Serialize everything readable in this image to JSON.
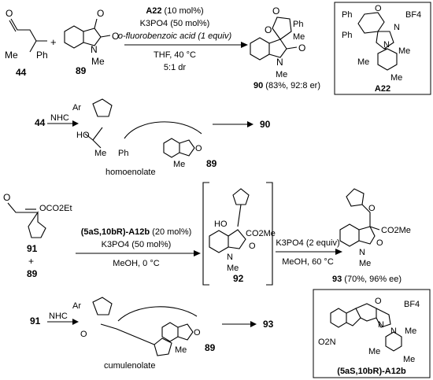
{
  "scheme1": {
    "reactant1_label": "44",
    "reactant2_label": "89",
    "plus": "+",
    "substituent_me": "Me",
    "substituent_ph": "Ph",
    "oxygen": "O",
    "nitrogen": "N",
    "conditions_catalyst": "A22",
    "conditions_catalyst_load": " (10 mol%)",
    "conditions_base": "K3PO4 (50 mol%)",
    "conditions_acid": "o-fluorobenzoic acid (1 equiv)",
    "conditions_solvent": "THF, 40 °C",
    "conditions_dr": "5:1 dr",
    "product_label": "90",
    "product_yield": " (83%, 92:8 er)",
    "catalyst_box_label": "A22",
    "catalyst_counterion": "BF4",
    "catalyst_ph": "Ph",
    "catalyst_me": "Me"
  },
  "mechanism1": {
    "start_label": "44",
    "nhc_label": "NHC",
    "ar_label": "Ar",
    "ho_label": "HO",
    "me_label": "Me",
    "ph_label": "Ph",
    "intermediate_name": "homoenolate",
    "electrophile_label": "89",
    "product_label": "90"
  },
  "scheme2": {
    "substrate_label": "91",
    "plus": "+",
    "partner_label": "89",
    "substrate_group": "OCO2Et",
    "catalyst": "(5aS,10bR)-A12b",
    "catalyst_load": " (20 mol%)",
    "base": "K3PO4 (50 mol%)",
    "solvent": "MeOH, 0 °C",
    "intermediate_label": "92",
    "ho_label": "HO",
    "ester_label": "CO2Me",
    "base2": "K3PO4 (2 equiv)",
    "solvent2": "MeOH, 60 °C",
    "product_label": "93",
    "product_yield": " (70%, 96% ee)",
    "product_ester": "CO2Me",
    "me_label": "Me"
  },
  "mechanism2": {
    "start_label": "91",
    "nhc_label": "NHC",
    "ar_label": "Ar",
    "o_label": "O",
    "intermediate_name": "cumulenolate",
    "electrophile_label": "89",
    "product_label": "93",
    "catalyst_box_label": "(5aS,10bR)-A12b",
    "catalyst_nitro": "O2N",
    "catalyst_counterion": "BF4",
    "catalyst_me": "Me"
  }
}
